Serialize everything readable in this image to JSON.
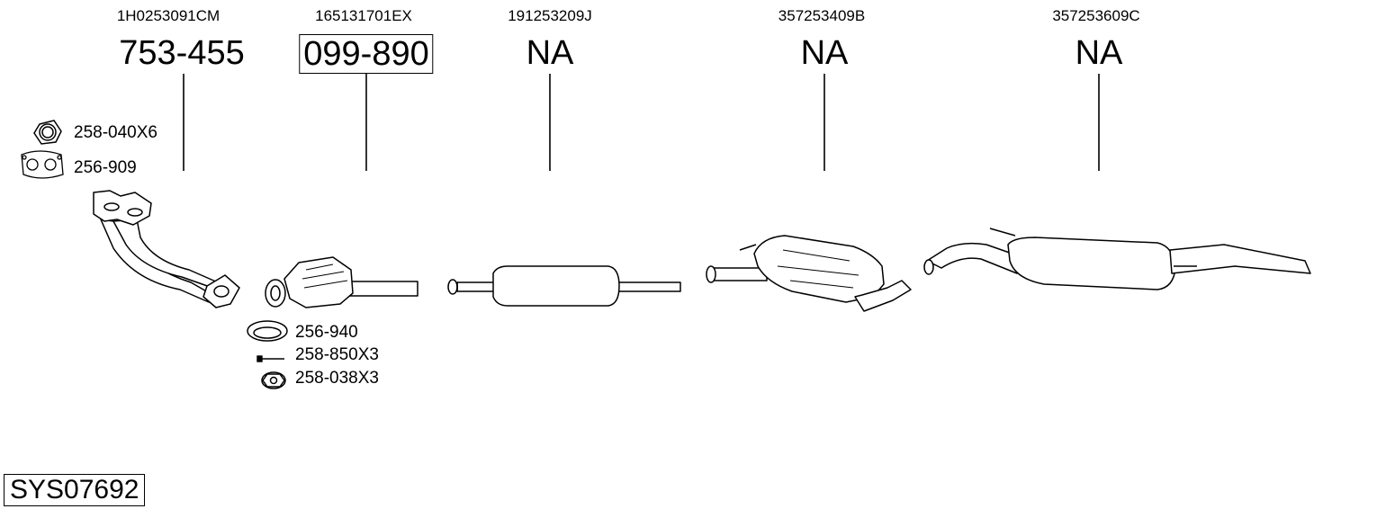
{
  "parts": [
    {
      "oe": "1H0253091CM",
      "number": "753-455",
      "boxed": false
    },
    {
      "oe": "165131701EX",
      "number": "099-890",
      "boxed": true
    },
    {
      "oe": "191253209J",
      "number": "NA",
      "boxed": false
    },
    {
      "oe": "357253409B",
      "number": "NA",
      "boxed": false
    },
    {
      "oe": "357253609C",
      "number": "NA",
      "boxed": false
    }
  ],
  "accessories": [
    {
      "code": "258-040X6",
      "icon": "hex-nut-icon"
    },
    {
      "code": "256-909",
      "icon": "flange-gasket-icon"
    },
    {
      "code": "256-940",
      "icon": "ring-gasket-icon"
    },
    {
      "code": "258-850X3",
      "icon": "bolt-icon"
    },
    {
      "code": "258-038X3",
      "icon": "flange-nut-icon"
    }
  ],
  "system_code": "SYS07692"
}
